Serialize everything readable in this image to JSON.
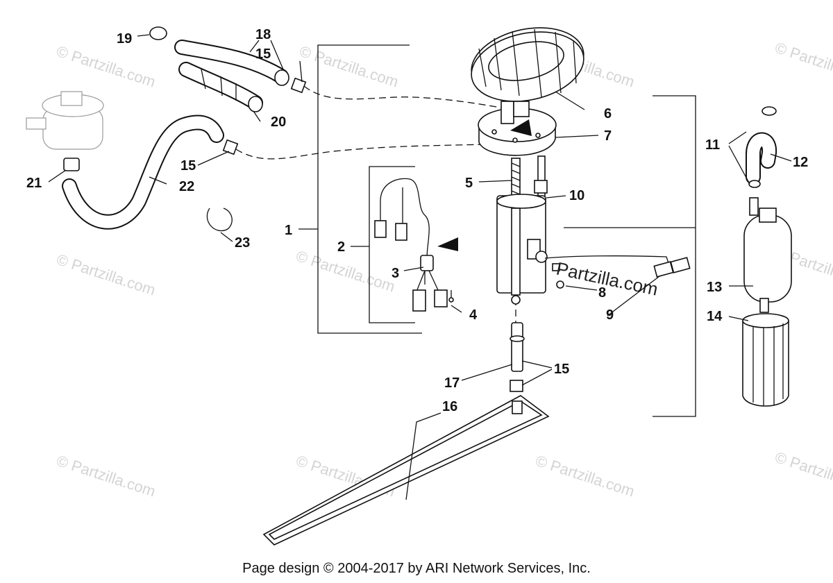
{
  "callouts": {
    "c1": "1",
    "c2": "2",
    "c3": "3",
    "c4": "4",
    "c5": "5",
    "c6": "6",
    "c7": "7",
    "c8": "8",
    "c9": "9",
    "c10": "10",
    "c11": "11",
    "c12": "12",
    "c13": "13",
    "c14": "14",
    "c15a": "15",
    "c15b": "15",
    "c15c": "15",
    "c16": "16",
    "c17": "17",
    "c18": "18",
    "c19": "19",
    "c20": "20",
    "c21": "21",
    "c22": "22",
    "c23": "23"
  },
  "watermark": {
    "text": "© Partzilla.com",
    "center": "Partzilla.com"
  },
  "footer": "Page design © 2004-2017 by ARI Network Services, Inc."
}
